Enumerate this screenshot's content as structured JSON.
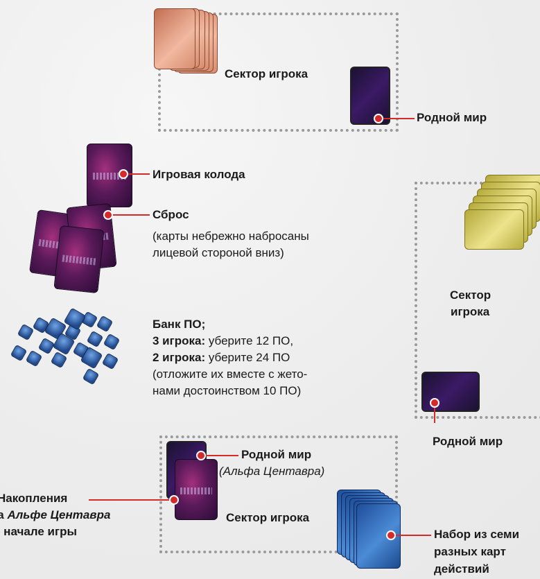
{
  "labels": {
    "player_sector_top": "Сектор игрока",
    "home_world_top": "Родной мир",
    "game_deck": "Игровая колода",
    "discard_title": "Сброс",
    "discard_note_1": "(карты небрежно набросаны",
    "discard_note_2": "лицевой стороной вниз)",
    "vp_bank_title": "Банк ПО;",
    "vp_3p_bold": "3 игрока:",
    "vp_3p_text": " уберите 12 ПО,",
    "vp_2p_bold": "2 игрока:",
    "vp_2p_text": " уберите 24 ПО",
    "vp_note_1": "(отложите их вместе с жето-",
    "vp_note_2": "нами достоинством 10 ПО)",
    "player_sector_right_1": "Сектор",
    "player_sector_right_2": "игрока",
    "home_world_right": "Родной мир",
    "home_world_bottom": "Родной мир",
    "home_world_bottom_note": "(Альфа Центавра)",
    "player_sector_bottom": "Сектор игрока",
    "savings_1": "Накопления",
    "savings_2_prefix": "на ",
    "savings_2_italic": "Альфе Центавра",
    "savings_3": "в начале игры",
    "action_set_1": "Набор из семи",
    "action_set_2": "разных карт",
    "action_set_3": "действий"
  },
  "colors": {
    "leader": "#d42a2a",
    "zone_border": "#9a9a9a",
    "background": "#efefef"
  }
}
